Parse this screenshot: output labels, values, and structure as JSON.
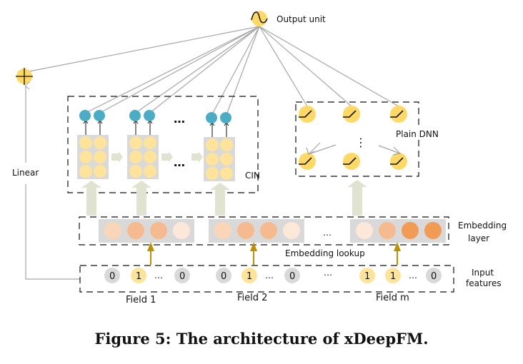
{
  "labels": {
    "output_unit": "Output unit",
    "linear": "Linear",
    "cin": "CIN",
    "plain_dnn": "Plain DNN",
    "embedding_layer_line1": "Embedding",
    "embedding_layer_line2": "layer",
    "embedding_lookup": "Embedding lookup",
    "input_features_line1": "Input",
    "input_features_line2": "features",
    "ellipsis": "…",
    "vertical_ellipsis": "⋮"
  },
  "fields": [
    {
      "name": "Field 1",
      "features": [
        "0",
        "1",
        "…",
        "0"
      ],
      "active": [
        false,
        true,
        false,
        false
      ],
      "embedding_colors": [
        "#f9d6b8",
        "#f5bb8f",
        "#f5bb8f",
        "#fbe8d8"
      ]
    },
    {
      "name": "Field 2",
      "features": [
        "0",
        "1",
        "…",
        "0"
      ],
      "active": [
        false,
        true,
        false,
        false
      ],
      "embedding_colors": [
        "#f9d6b8",
        "#f5bb8f",
        "#f5bb8f",
        "#fbe8d8"
      ]
    },
    {
      "name": "Field m",
      "features": [
        "1",
        "1",
        "…",
        "0"
      ],
      "active": [
        true,
        true,
        false,
        false
      ],
      "embedding_colors": [
        "#fbe8d8",
        "#f5bb8f",
        "#f29b55",
        "#f29b55"
      ]
    }
  ],
  "icons": {
    "output": "sigmoid-icon",
    "sum": "plus-icon",
    "dnn_unit": "relu-icon"
  },
  "colors": {
    "yellow": "#ffd966",
    "light_yellow": "#fde49a",
    "teal": "#4bacc6",
    "grey_block": "#d9d9d9",
    "feature_grey": "#d9d9d9",
    "arrow_green": "#dfe3d0",
    "lookup_arrow": "#bf9000",
    "connection": "#a6a6a6"
  },
  "caption": "Figure 5: The architecture of xDeepFM."
}
